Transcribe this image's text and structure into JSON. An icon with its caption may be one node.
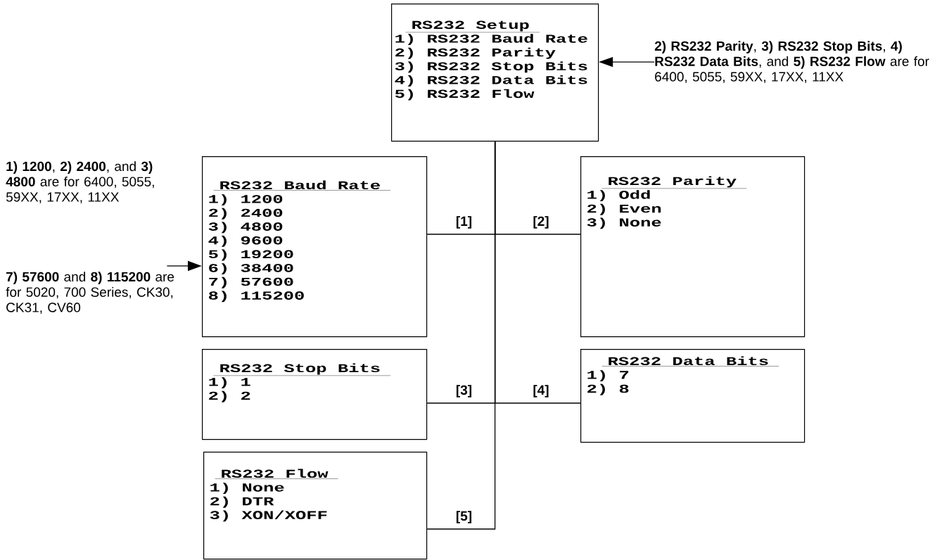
{
  "diagram": {
    "nodes": [
      {
        "text": [
          "RS232 Setup",
          "1) RS232 Baud Rate",
          "2) RS232 Parity",
          "3) RS232 Stop Bits",
          "4) RS232 Data Bits",
          "5) RS232 Flow"
        ]
      },
      {
        "text": [
          "RS232 Baud Rate",
          "1) 1200",
          "2) 2400",
          "3) 4800",
          "4) 9600",
          "5) 19200",
          "6) 38400",
          "7) 57600",
          "8) 115200"
        ]
      },
      {
        "text": [
          "RS232 Parity",
          "1) Odd",
          "2) Even",
          "3) None"
        ]
      },
      {
        "text": [
          "RS232 Stop Bits",
          "1) 1",
          "2) 2"
        ]
      },
      {
        "text": [
          "RS232 Data Bits",
          "1) 7",
          "2) 8"
        ]
      },
      {
        "text": [
          "RS232 Flow",
          "1) None",
          "2) DTR",
          "3) XON/XOFF"
        ]
      },
      {
        "text": [
          "**2) RS232 Parity**, **3) RS232 Stop Bits**, **4) RS232 Data Bits**, and **5) RS232 Flow** are for 6400, 5055, 59XX, 17XX, 11XX"
        ]
      },
      {
        "text": [
          "**7) 57600** and **8) 115200** are for 5020, 700 Series, CK30, CK31, CV60"
        ]
      }
    ],
    "edges": [
      {
        "from": 0,
        "to": 1,
        "arrow": "none",
        "label": "[1]"
      },
      {
        "from": 0,
        "to": 2,
        "arrow": "none",
        "label": "[2]"
      },
      {
        "from": 0,
        "to": 3,
        "arrow": "none",
        "label": "[3]"
      },
      {
        "from": 0,
        "to": 4,
        "arrow": "none",
        "label": "[4]"
      },
      {
        "from": 0,
        "to": 5,
        "arrow": "none",
        "label": "[5]"
      },
      {
        "from": 6,
        "to": 0,
        "arrow": "to"
      },
      {
        "from": 7,
        "to": 1,
        "arrow": "to"
      }
    ],
    "labels": [
      "**1) 1200**, **2) 2400**, and **3) 4800** are for 6400, 5055, 59XX, 17XX, 11XX"
    ]
  }
}
